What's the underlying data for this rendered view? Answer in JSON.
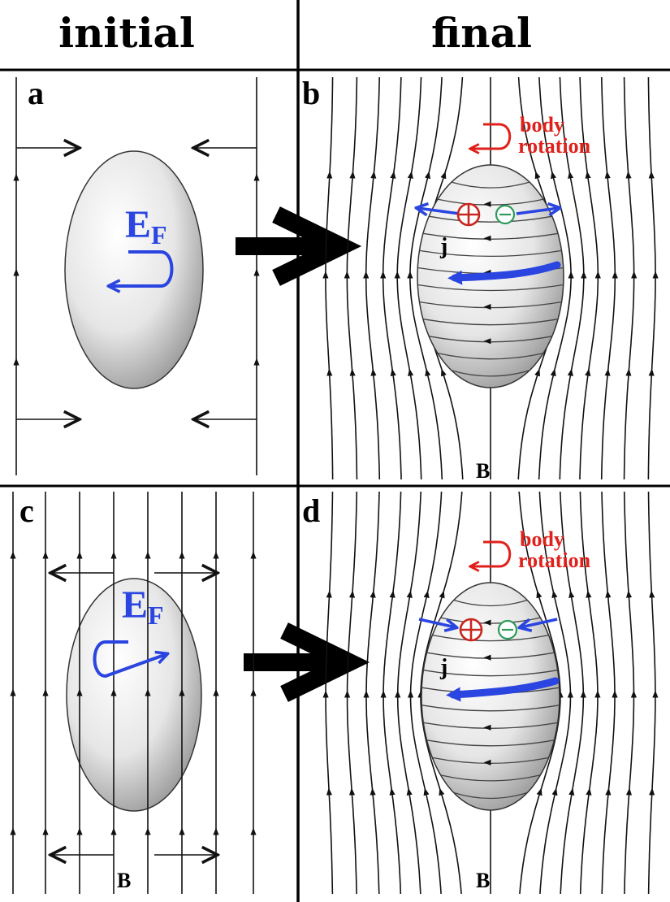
{
  "headers": {
    "initial": "initial",
    "final": "final"
  },
  "panels": {
    "a": {
      "label": "a",
      "field": "E",
      "field_sub": "F"
    },
    "b": {
      "label": "b",
      "rotation_line1": "body",
      "rotation_line2": "rotation",
      "current": "j",
      "field_b": "B"
    },
    "c": {
      "label": "c",
      "field": "E",
      "field_sub": "F",
      "field_b": "B"
    },
    "d": {
      "label": "d",
      "rotation_line1": "body",
      "rotation_line2": "rotation",
      "current": "j",
      "field_b": "B"
    }
  },
  "colors": {
    "field_blue": "#2a45e0",
    "rotation_red": "#e0201a",
    "positive_red": "#c8261f",
    "negative_green": "#2e9a5b",
    "lines": "#111111"
  },
  "icons": {
    "positive_charge": "circled-plus-icon",
    "negative_charge": "circled-minus-icon",
    "transition": "right-arrow-icon",
    "rotation": "curved-arrow-icon"
  }
}
